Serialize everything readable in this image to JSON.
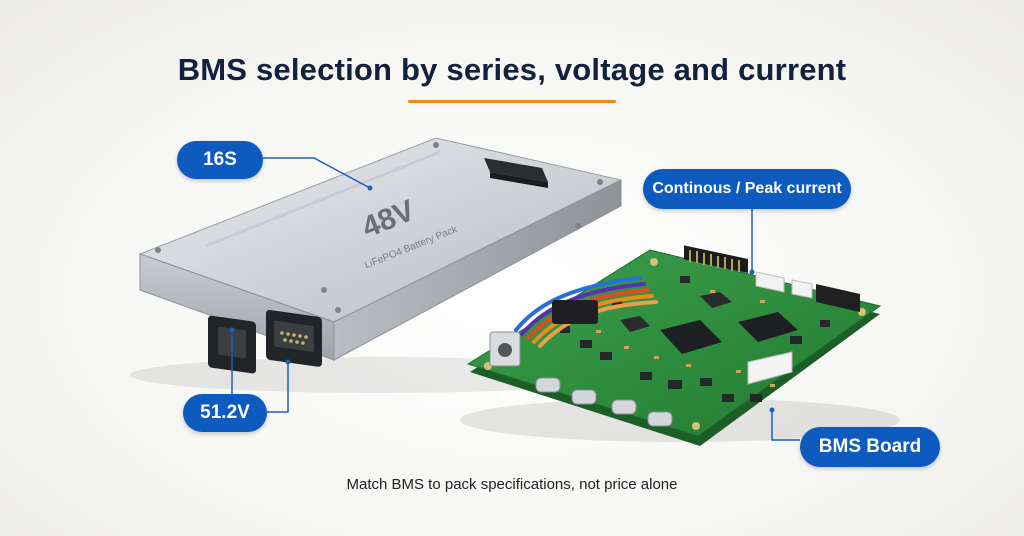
{
  "title": "BMS selection by series, voltage and current",
  "colors": {
    "accent_orange": "#f08a1c",
    "label_blue": "#0e5bbf",
    "title_navy": "#14213d",
    "pcb_green": "#2e8b3e"
  },
  "battery": {
    "voltage_marking": "48V",
    "subtitle": "LiFePO4 Battery Pack"
  },
  "labels": {
    "series": "16S",
    "current": "Continous / Peak current",
    "voltage": "51.2V",
    "board": "BMS Board"
  },
  "caption": "Match BMS to pack specifications, not price alone"
}
